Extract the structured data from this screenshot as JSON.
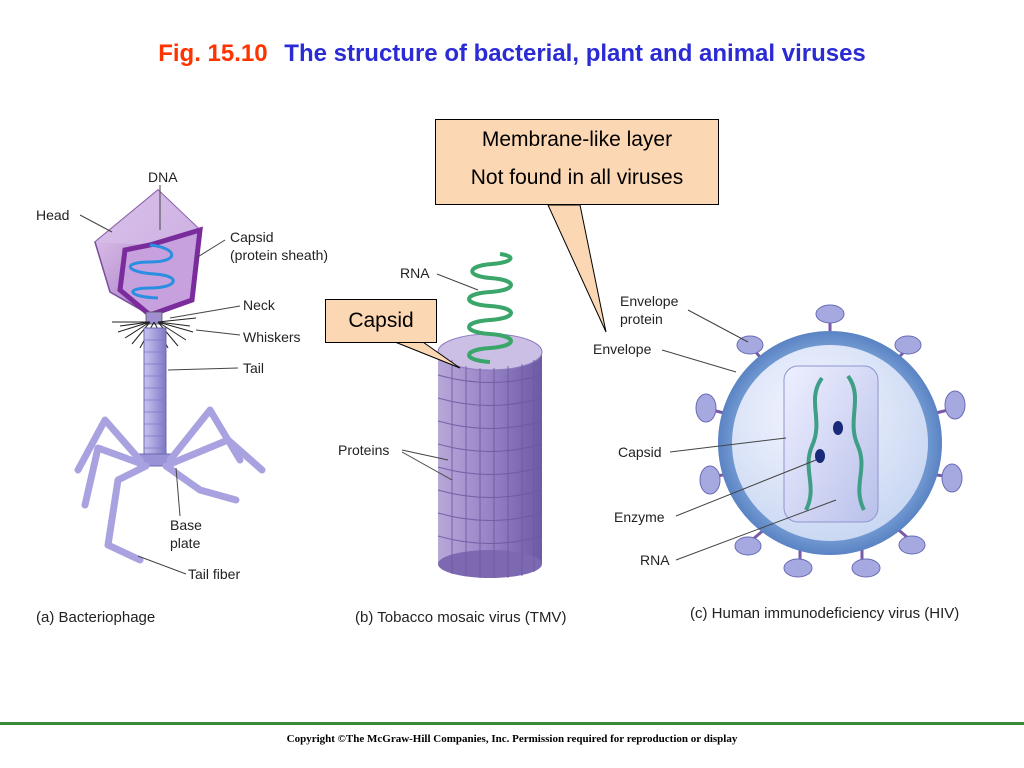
{
  "title": {
    "fig": "Fig. 15.10",
    "text": "The structure of bacterial, plant and animal viruses"
  },
  "callouts": {
    "membrane_line1": "Membrane-like layer",
    "membrane_line2": "Not found in all viruses",
    "capsid": "Capsid"
  },
  "bacteriophage": {
    "labels": {
      "dna": "DNA",
      "head": "Head",
      "capsid1": "Capsid",
      "capsid2": "(protein sheath)",
      "neck": "Neck",
      "whiskers": "Whiskers",
      "tail": "Tail",
      "base1": "Base",
      "base2": "plate",
      "tail_fiber": "Tail fiber"
    },
    "caption": "(a) Bacteriophage"
  },
  "tmv": {
    "labels": {
      "rna": "RNA",
      "proteins": "Proteins"
    },
    "caption": "(b) Tobacco mosaic virus (TMV)"
  },
  "hiv": {
    "labels": {
      "env_protein1": "Envelope",
      "env_protein2": "protein",
      "envelope": "Envelope",
      "capsid": "Capsid",
      "enzyme": "Enzyme",
      "rna": "RNA"
    },
    "caption": "(c) Human immunodeficiency virus (HIV)"
  },
  "footer": {
    "copyright": "Copyright ©The McGraw-Hill Companies, Inc. Permission required for reproduction or display"
  },
  "colors": {
    "title_fig": "#ff3300",
    "title_text": "#2b2bd6",
    "callout_fill": "#fcd7b3",
    "footer_line": "#3a8a3a"
  }
}
